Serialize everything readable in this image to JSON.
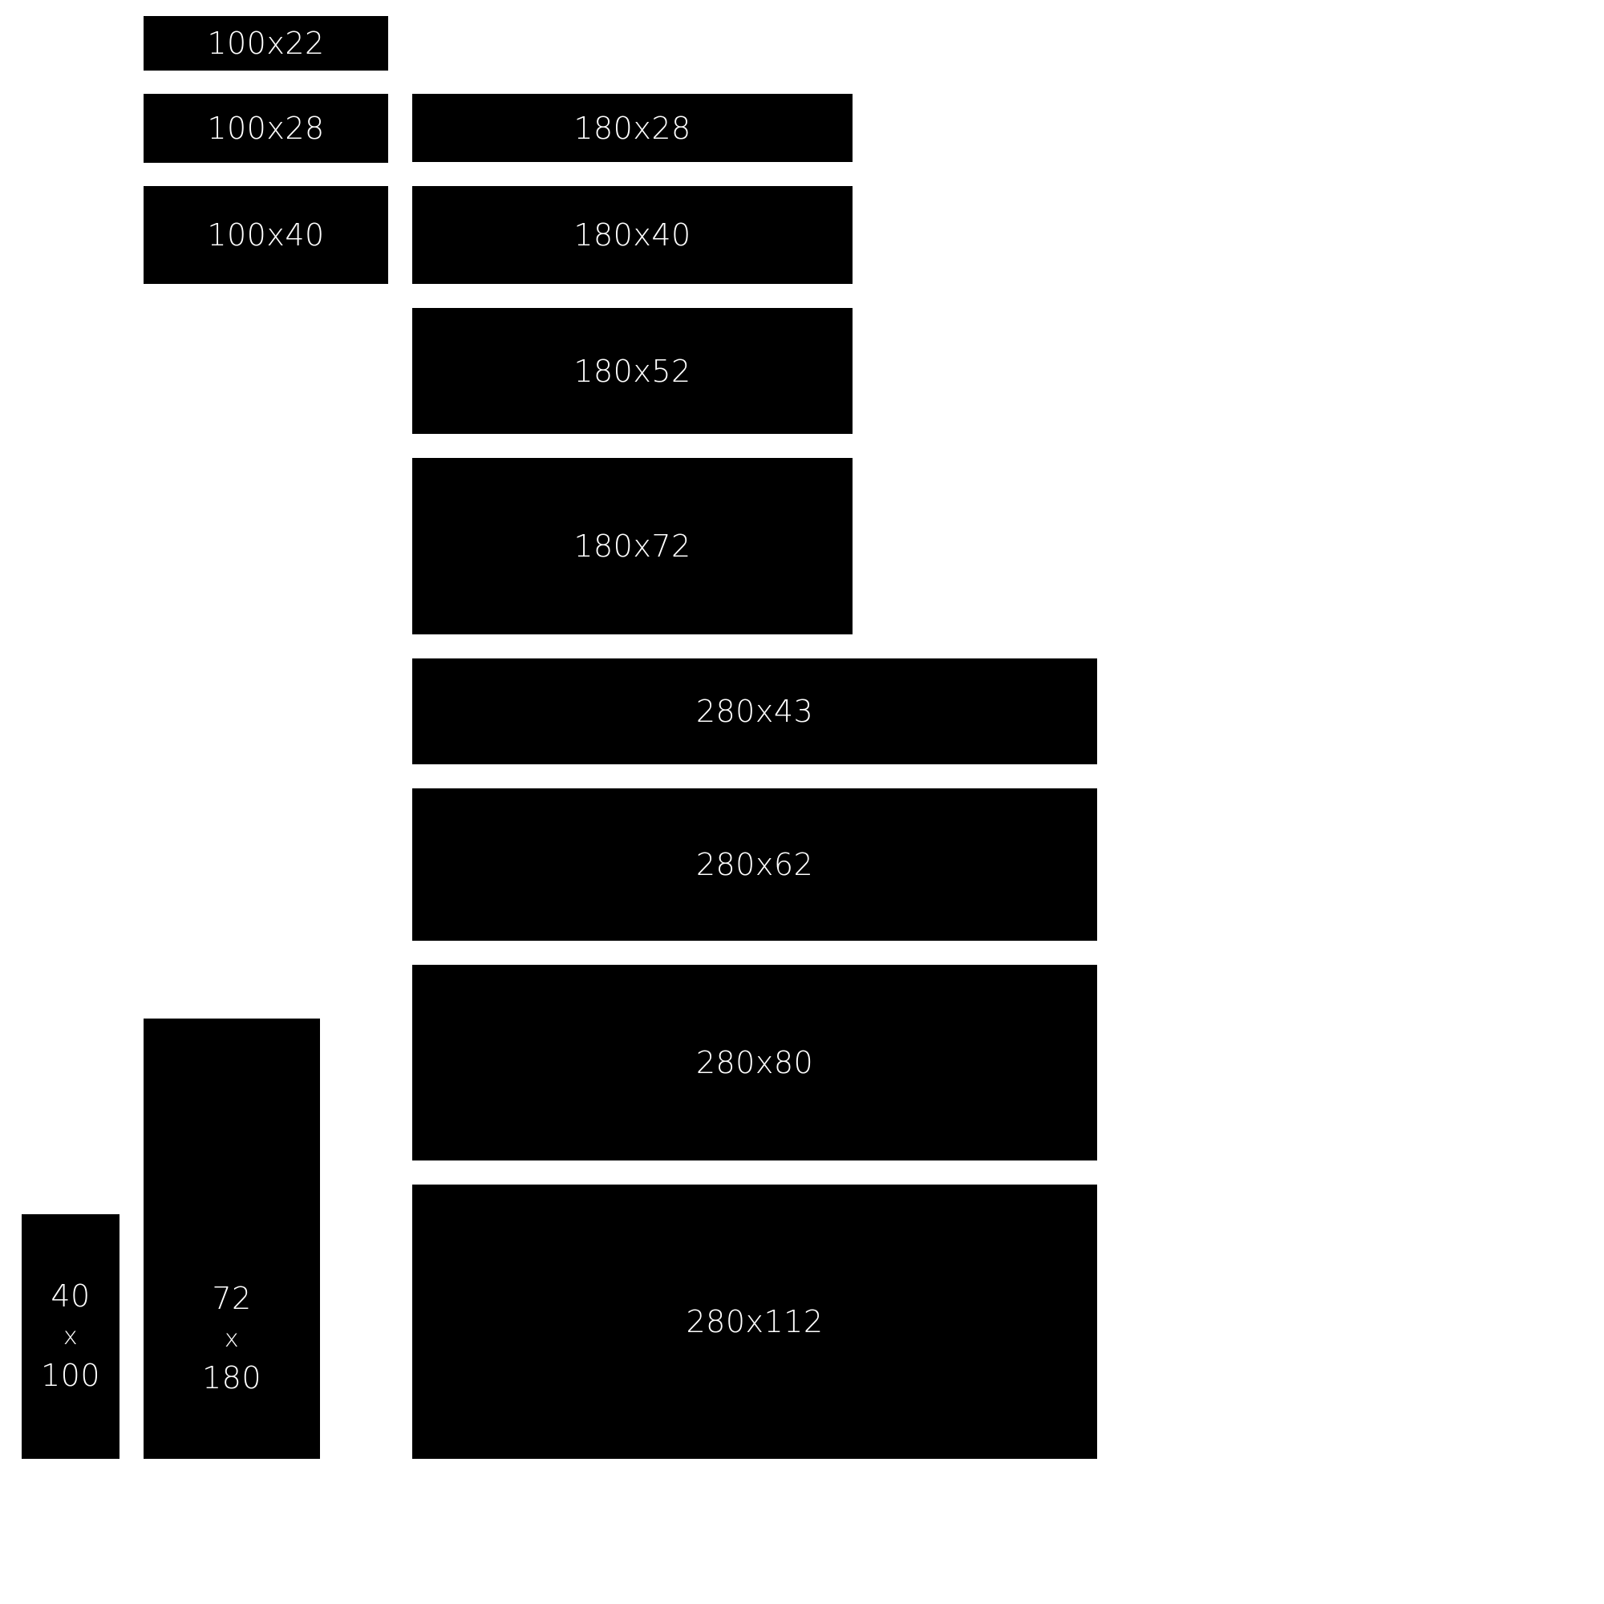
{
  "tiles": {
    "t100x22": "100x22",
    "t100x28": "100x28",
    "t100x40": "100x40",
    "t180x28": "180x28",
    "t180x40": "180x40",
    "t180x52": "180x52",
    "t180x72": "180x72",
    "t280x43": "280x43",
    "t280x62": "280x62",
    "t280x80": "280x80",
    "t280x112": "280x112",
    "t40x100": {
      "top": "40",
      "sep": "x",
      "bottom": "100"
    },
    "t72x180": {
      "top": "72",
      "sep": "x",
      "bottom": "180"
    }
  },
  "colors": {
    "tile_background": "#000000",
    "tile_text": "#ffffff",
    "page_background": "#ffffff"
  }
}
